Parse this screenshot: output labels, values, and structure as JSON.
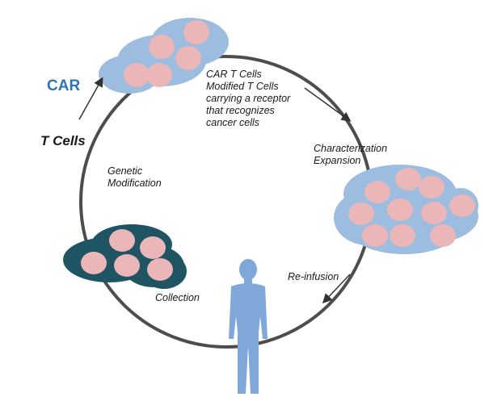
{
  "labels": {
    "car": "CAR",
    "t_cells": "T Cells",
    "car_desc": [
      "CAR T Cells",
      "Modified T Cells",
      "carrying a receptor",
      "that recognizes",
      "cancer cells"
    ],
    "characterization": "Characterization",
    "expansion": "Expansion",
    "genetic": "Genetic",
    "modification": "Modification",
    "reinfusion": "Re-infusion",
    "collection": "Collection"
  },
  "colors": {
    "ring": "#4d4d4d",
    "car_color": "#2e75b6",
    "cell_light": "#9dbde0",
    "cell_dark": "#1f5563",
    "nucleus": "#eab6b8",
    "human": "#7fa7d8",
    "arrow": "#333333"
  }
}
